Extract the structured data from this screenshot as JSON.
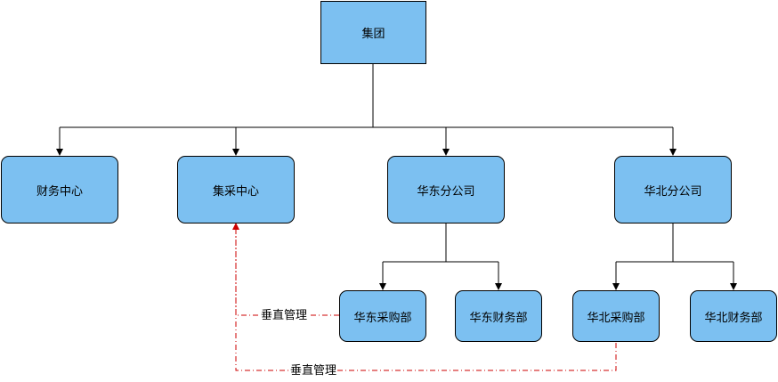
{
  "diagram": {
    "nodes": {
      "group": "集团",
      "finance_center": "财务中心",
      "procurement_center": "集采中心",
      "east_branch": "华东分公司",
      "north_branch": "华北分公司",
      "east_procurement": "华东采购部",
      "east_finance": "华东财务部",
      "north_procurement": "华北采购部",
      "north_finance": "华北财务部"
    },
    "relation_labels": {
      "east_vertical": "垂直管理",
      "north_vertical": "垂直管理"
    },
    "colors": {
      "node_fill": "#7cc0f1",
      "connector": "#000000",
      "management_line": "#cc0000"
    }
  }
}
